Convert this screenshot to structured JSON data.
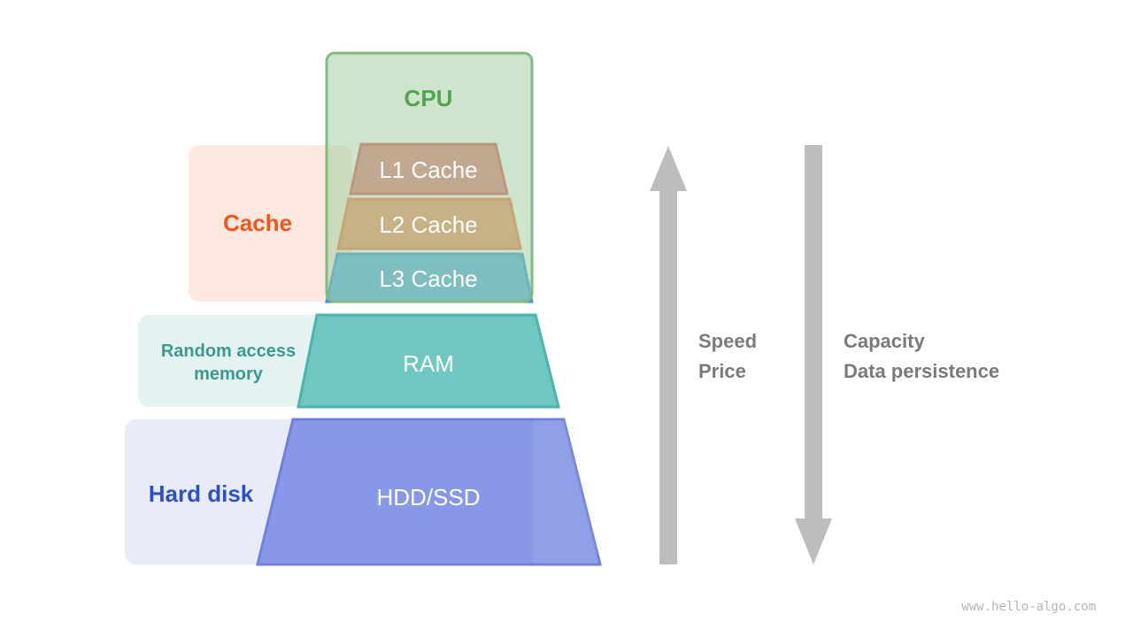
{
  "colors": {
    "cpu": "#52a452",
    "cache_label": "#f0561c",
    "ram_label": "#3a9a8c",
    "disk_label": "#2f4fc4",
    "l1": "#e67f7f",
    "l2": "#f09468",
    "l3": "#5aade6",
    "ram": "#70c7bf",
    "disk": "#8798e6",
    "arrow": "#bdbdbd"
  },
  "cpu": {
    "label": "CPU"
  },
  "side_labels": {
    "cache": "Cache",
    "ram_line1": "Random access",
    "ram_line2": "memory",
    "disk": "Hard disk"
  },
  "layers": {
    "l1": "L1 Cache",
    "l2": "L2 Cache",
    "l3": "L3 Cache",
    "ram": "RAM",
    "disk": "HDD/SSD"
  },
  "arrows": {
    "up_line1": "Speed",
    "up_line2": "Price",
    "down_line1": "Capacity",
    "down_line2": "Data persistence"
  },
  "watermark": "www.hello-algo.com"
}
